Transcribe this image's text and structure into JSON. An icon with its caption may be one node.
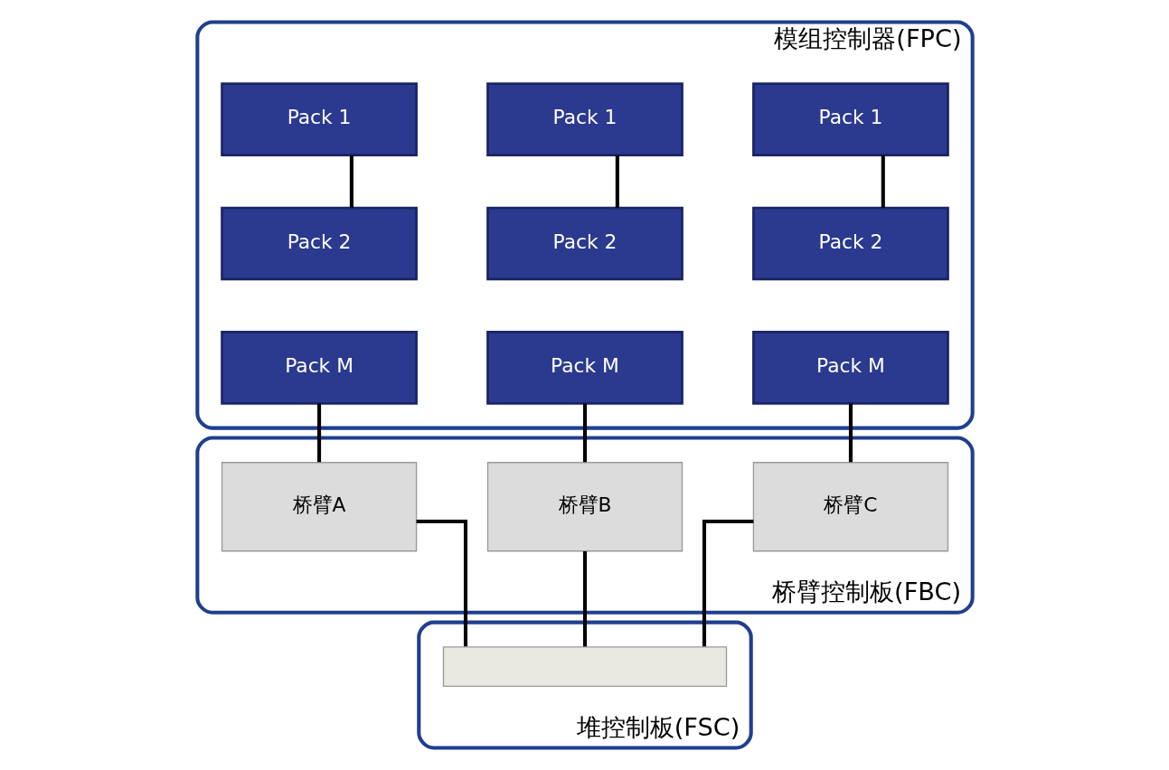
{
  "diagram": {
    "nodes": [
      {
        "text": [
          "模组控制器(FPC)"
        ]
      },
      {
        "text": [
          "Pack 1"
        ],
        "in": 0
      },
      {
        "text": [
          "Pack 1"
        ],
        "in": 0
      },
      {
        "text": [
          "Pack 1"
        ],
        "in": 0
      },
      {
        "text": [
          "Pack 2"
        ],
        "in": 0
      },
      {
        "text": [
          "Pack 2"
        ],
        "in": 0
      },
      {
        "text": [
          "Pack 2"
        ],
        "in": 0
      },
      {
        "text": [
          "Pack M"
        ],
        "in": 0
      },
      {
        "text": [
          "Pack M"
        ],
        "in": 0
      },
      {
        "text": [
          "Pack M"
        ],
        "in": 0
      },
      {
        "text": [
          "桥臂控制板(FBC)"
        ]
      },
      {
        "text": [
          "桥臂A"
        ],
        "in": 10
      },
      {
        "text": [
          "桥臂B"
        ],
        "in": 10
      },
      {
        "text": [
          "桥臂C"
        ],
        "in": 10
      },
      {
        "text": [
          "堆控制板(FSC)"
        ]
      },
      {
        "text": [],
        "shape": "box",
        "in": 14
      }
    ],
    "edges": [
      {
        "from": 1,
        "to": 4,
        "arrow": "none"
      },
      {
        "from": 2,
        "to": 5,
        "arrow": "none"
      },
      {
        "from": 3,
        "to": 6,
        "arrow": "none"
      },
      {
        "from": 7,
        "to": 11,
        "arrow": "none"
      },
      {
        "from": 8,
        "to": 12,
        "arrow": "none"
      },
      {
        "from": 9,
        "to": 13,
        "arrow": "none"
      },
      {
        "from": 11,
        "to": 15,
        "arrow": "none"
      },
      {
        "from": 12,
        "to": 15,
        "arrow": "none"
      },
      {
        "from": 13,
        "to": 15,
        "arrow": "none"
      }
    ]
  }
}
